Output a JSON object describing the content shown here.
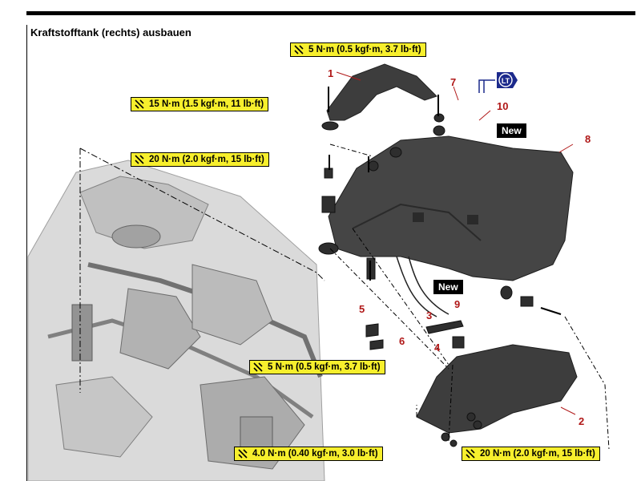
{
  "page": {
    "title": "Kraftstofftank (rechts) ausbauen"
  },
  "torque_specs": [
    "5 N·m (0.5 kgf·m, 3.7 lb·ft)",
    "15 N·m (1.5 kgf·m, 11 lb·ft)",
    "20 N·m (2.0 kgf·m, 15 lb·ft)",
    "5 N·m (0.5 kgf·m, 3.7 lb·ft)",
    "4.0 N·m (0.40 kgf·m, 3.0 lb·ft)",
    "20 N·m (2.0 kgf·m, 15 lb·ft)"
  ],
  "callouts": [
    "1",
    "7",
    "10",
    "8",
    "5",
    "3",
    "9",
    "6",
    "4",
    "2"
  ],
  "new_tags": [
    "New",
    "New"
  ],
  "locktite_label": "LT",
  "colors": {
    "torque_bg": "#f7ef2d",
    "callout": "#b01818",
    "part_dark": "#3d3d3d",
    "locktite": "#1c2a8c"
  },
  "icons": [
    "torque-wrench-icon",
    "locktite-icon"
  ]
}
